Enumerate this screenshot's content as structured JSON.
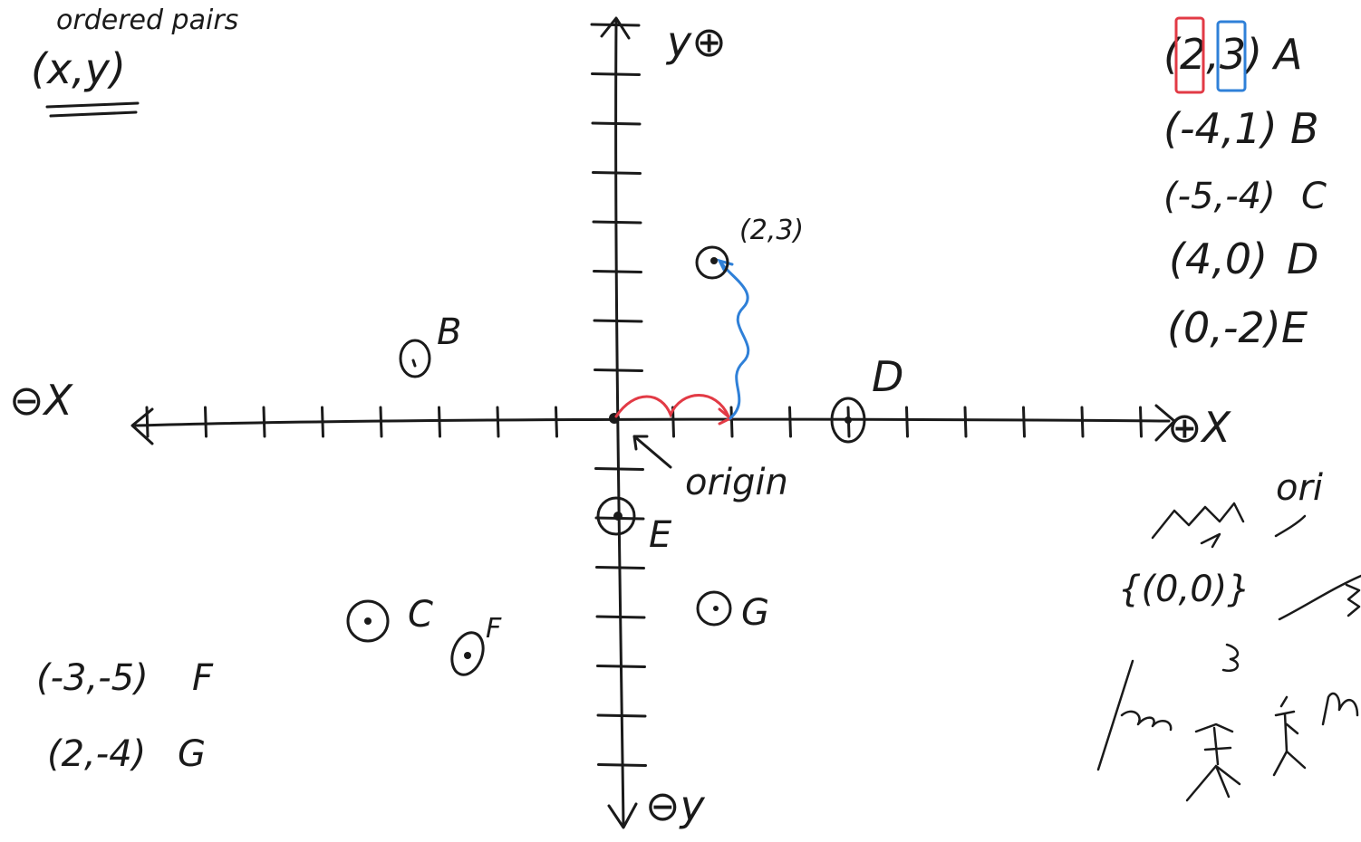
{
  "title": {
    "line1": "ordered pairs",
    "line2": "(x,y)"
  },
  "axes": {
    "neg_x": "⊖X",
    "pos_x": "⊕X",
    "pos_y": "y⊕",
    "neg_y": "⊖y",
    "origin_label": "origin"
  },
  "plot_labels": {
    "a_point": "(2,3)",
    "b": "B",
    "c": "C",
    "d": "D",
    "e": "E",
    "f": "F",
    "g": "G"
  },
  "pairs_list": [
    {
      "pair": "(2,3)",
      "name": "A"
    },
    {
      "pair": "(-4,1)",
      "name": "B"
    },
    {
      "pair": "(-5,-4)",
      "name": "C"
    },
    {
      "pair": "(4,0)",
      "name": "D"
    },
    {
      "pair": "(0,-2)",
      "name": "E"
    }
  ],
  "pairs_list_bottom": [
    {
      "pair": "(-3,-5)",
      "name": "F"
    },
    {
      "pair": "(2,-4)",
      "name": "G"
    }
  ],
  "notes": {
    "ori": "ori",
    "origin_set": "{(0,0)}"
  },
  "colors": {
    "ink": "#1a1a1a",
    "x_move": "#e23a45",
    "y_move": "#2f80d8"
  }
}
